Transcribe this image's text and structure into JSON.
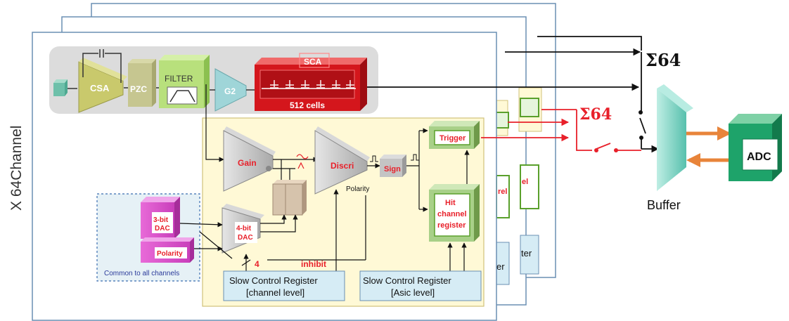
{
  "channels_label": "X 64Channel",
  "blocks": {
    "csa": "CSA",
    "pzc": "PZC",
    "filter": "FILTER",
    "g2": "G2",
    "sca_title": "SCA",
    "sca_cells": "512 cells",
    "gain": "Gain",
    "discri": "Discri",
    "polarity_label": "Polarity",
    "sign": "Sign",
    "trigger": "Trigger",
    "hit_line1": "Hit",
    "hit_line2": "channel",
    "hit_line3": "register",
    "dac3_line1": "3-bit",
    "dac3_line2": "DAC",
    "dac3_polarity": "Polarity",
    "common": "Common to all channels",
    "dac4_line1": "4-bit",
    "dac4_line2": "DAC",
    "four": "4",
    "inhibit": "inhibit",
    "scr_channel_line1": "Slow Control Register",
    "scr_channel_line2": "[channel level]",
    "scr_asic_line1": "Slow Control Register",
    "scr_asic_line2": "[Asic level]",
    "sigma_top": "Σ64",
    "sigma_red": "Σ64",
    "buffer": "Buffer",
    "adc": "ADC"
  },
  "back_layers": {
    "frag_rel": "rel",
    "frag_er": "er",
    "frag_ter": "ter"
  },
  "colors": {
    "gray_box": "#dcdcdc",
    "yellow_box": "#fff9d6",
    "sca_red": "#d4161c",
    "trigger_green": "#5aa02c",
    "buffer_teal": "#7fd3c2",
    "adc_green": "#1ea36a",
    "signal_red": "#e8202a",
    "orange_arrow": "#e8843a"
  }
}
